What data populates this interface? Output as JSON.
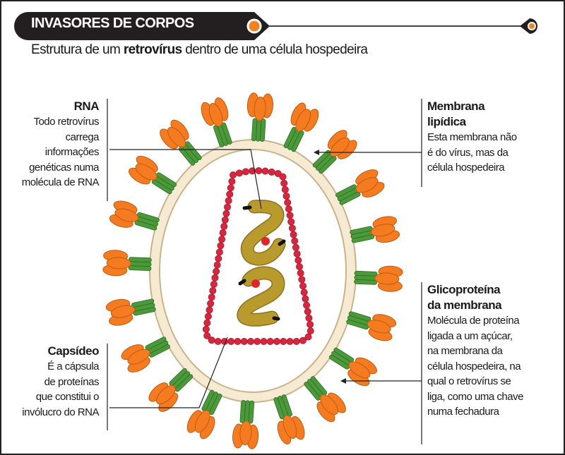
{
  "header": {
    "title": "INVASORES DE CORPOS",
    "subtitle_pre": "Estrutura de um ",
    "subtitle_bold": "retrovírus",
    "subtitle_post": " dentro de uma célula hospedeira"
  },
  "labels": {
    "rna": {
      "title": "RNA",
      "lines": [
        "Todo retrovírus",
        "carrega",
        "informações",
        "genéticas numa",
        "molécula de RNA"
      ]
    },
    "membrana": {
      "title_lines": [
        "Membrana",
        "lipídica"
      ],
      "lines": [
        "Esta membrana não",
        "é do vírus, mas da",
        "célula hospedeira"
      ]
    },
    "glicoproteina": {
      "title_lines": [
        "Glicoproteína",
        "da membrana"
      ],
      "lines": [
        "Molécula de proteína",
        "ligada a um açúcar,",
        "na membrana da",
        "célula hospedeira, na",
        "qual o retrovírus se",
        "liga, como uma chave",
        "numa fechadura"
      ]
    },
    "capsideo": {
      "title": "Capsídeo",
      "lines": [
        "É a cápsula",
        "de proteínas",
        "que constitui o",
        "invólucro do RNA"
      ]
    }
  },
  "colors": {
    "header_bg": "#231f20",
    "accent_orange": "#f58220",
    "membrane": "#f7ead3",
    "membrane_edge": "#c9b48a",
    "glyco_head": "#f47b20",
    "glyco_stalk": "#4a9a3a",
    "capsid_bead": "#d7263d",
    "rna": "#b99a2c"
  }
}
